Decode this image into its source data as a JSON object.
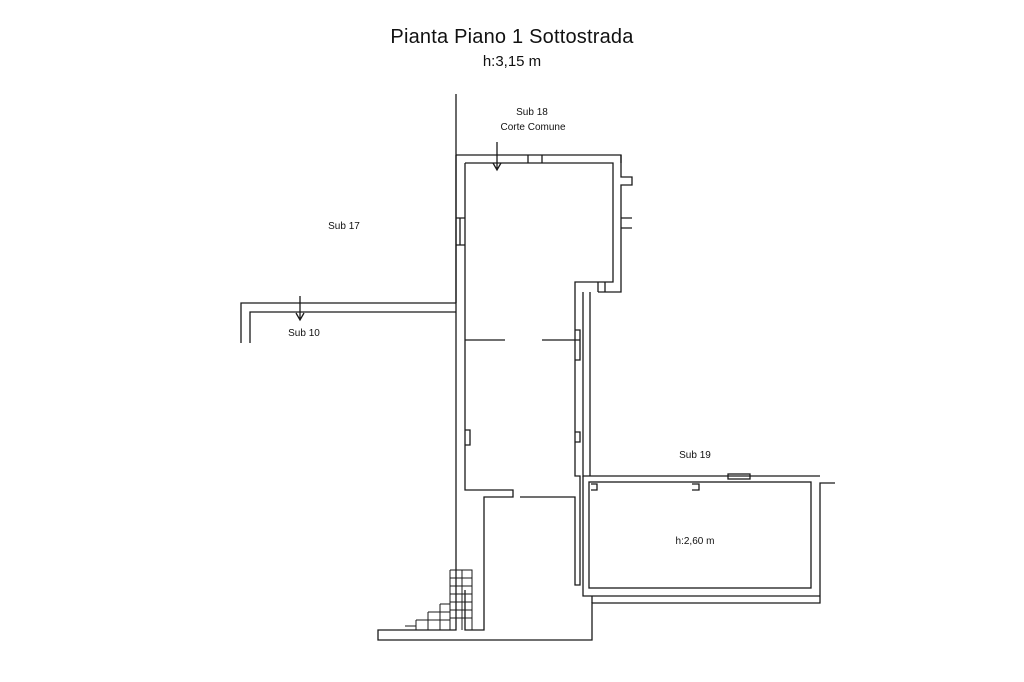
{
  "title": "Pianta Piano 1 Sottostrada",
  "height": "h:3,15 m",
  "labels": {
    "sub18_line1": "Sub 18",
    "sub18_line2": "Corte Comune",
    "sub17": "Sub 17",
    "sub10": "Sub 10",
    "sub19": "Sub 19",
    "room_height": "h:2,60 m"
  },
  "colors": {
    "line": "#1a1a1a",
    "background": "#ffffff"
  }
}
